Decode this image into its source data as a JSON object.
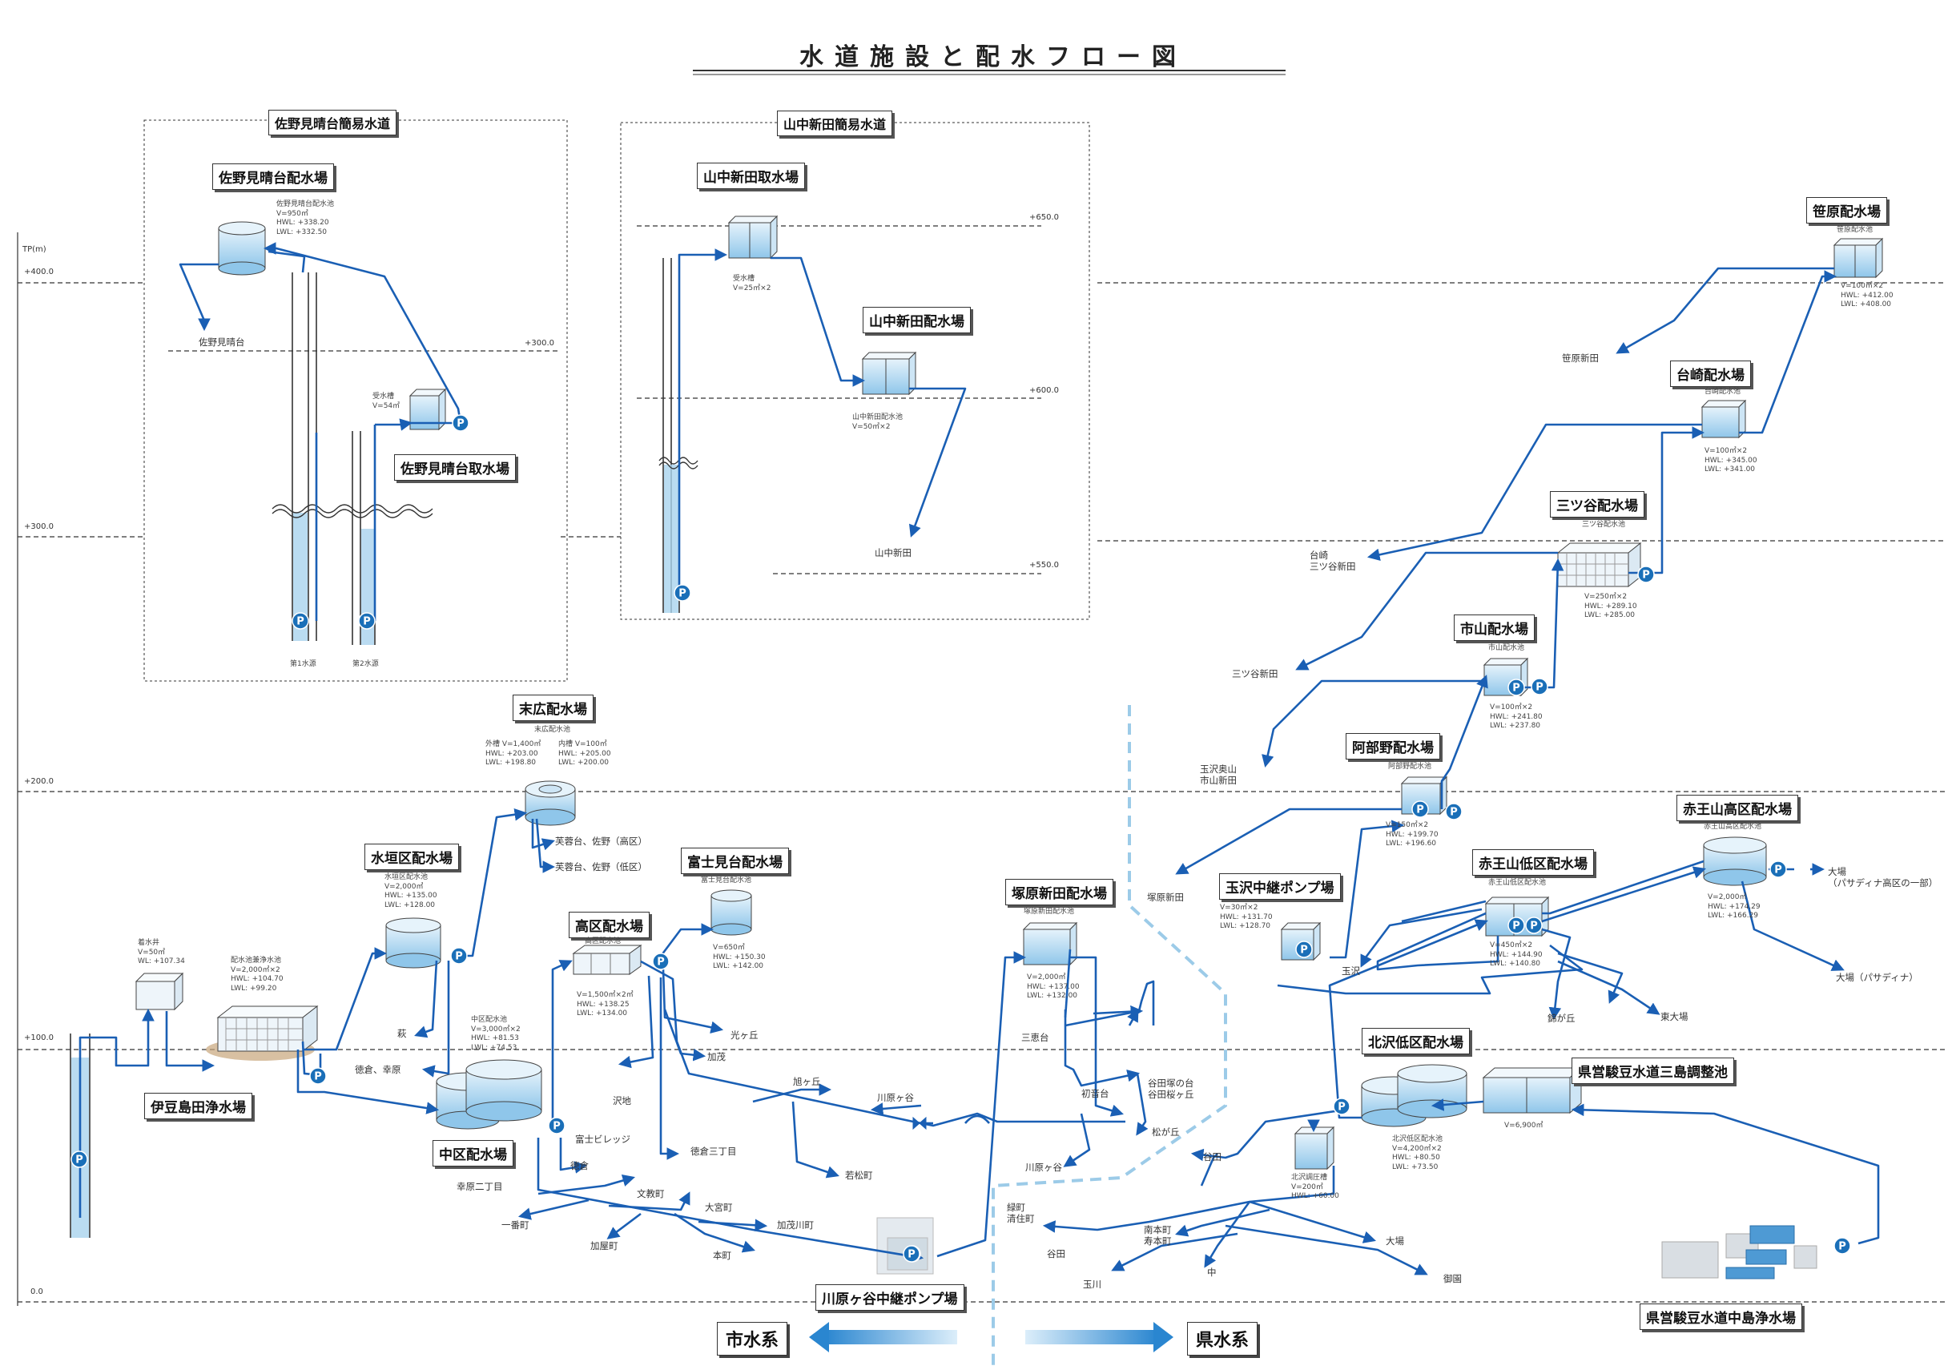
{
  "title": "水道施設と配水フロー図",
  "axis": {
    "unit": "TP(m)",
    "ticks": [
      "+400.0",
      "+300.0",
      "+200.0",
      "+100.0",
      "0.0"
    ]
  },
  "elev_marks": [
    "+300.0",
    "+650.0",
    "+600.0",
    "+550.0"
  ],
  "systems": {
    "sano": "佐野見晴台簡易水道",
    "yamanaka": "山中新田簡易水道"
  },
  "facilities": {
    "sano_dist": {
      "name": "佐野見晴台配水場",
      "spec": [
        "佐野見晴台配水池",
        "V=950㎥",
        "HWL: +338.20",
        "LWL: +332.50"
      ]
    },
    "sano_intake": {
      "name": "佐野見晴台取水場",
      "spec": [
        "受水槽",
        "V=54㎥"
      ]
    },
    "yamanaka_intake": {
      "name": "山中新田取水場",
      "spec": [
        "受水槽",
        "V=25㎥×2"
      ]
    },
    "yamanaka_dist": {
      "name": "山中新田配水場",
      "spec": [
        "山中新田配水池",
        "V=50㎥×2"
      ]
    },
    "suehiro": {
      "name": "末広配水場",
      "spec": [
        "末広配水池",
        "外槽 V=1,400㎥",
        "HWL: +203.00",
        "LWL: +198.80",
        "内槽 V=100㎥",
        "HWL: +205.00",
        "LWL: +200.00"
      ]
    },
    "suiko": {
      "name": "水垣区配水場",
      "spec": [
        "水垣区配水池",
        "V=2,000㎥",
        "HWL: +135.00",
        "LWL: +128.00"
      ]
    },
    "fujimi": {
      "name": "富士見台配水場",
      "spec": [
        "富士見台配水池",
        "V=650㎥",
        "HWL: +150.30",
        "LWL: +142.00"
      ]
    },
    "kouku": {
      "name": "高区配水場",
      "spec": [
        "高区配水池",
        "V=1,500㎥×2㎥",
        "HWL: +138.25",
        "LWL: +134.00"
      ]
    },
    "nakaku": {
      "name": "中区配水場",
      "spec": [
        "中区配水池",
        "V=3,000㎥×2",
        "HWL: +81.53",
        "LWL: +74.53"
      ]
    },
    "izu": {
      "name": "伊豆島田浄水場",
      "spec_well": [
        "着水井",
        "V=50㎥",
        "WL: +107.34"
      ],
      "spec_clear": [
        "配水池兼浄水池",
        "V=2,000㎥×2",
        "HWL: +104.70",
        "LWL: +99.20"
      ]
    },
    "tsukahara": {
      "name": "塚原新田配水場",
      "spec": [
        "塚原新田配水池",
        "V=2,000㎥",
        "HWL: +137.00",
        "LWL: +132.00"
      ]
    },
    "kawaragaya": {
      "name": "川原ヶ谷中継ポンプ場"
    },
    "sasahara": {
      "name": "笹原配水場",
      "spec": [
        "笹原配水池",
        "V=100㎥×2",
        "HWL: +412.00",
        "LWL: +408.00"
      ]
    },
    "daigasaki": {
      "name": "台崎配水場",
      "spec": [
        "台崎配水池",
        "V=100㎥×2",
        "HWL: +345.00",
        "LWL: +341.00"
      ]
    },
    "mitsuya": {
      "name": "三ツ谷配水場",
      "spec": [
        "三ツ谷配水池",
        "V=250㎥×2",
        "HWL: +289.10",
        "LWL: +285.00"
      ]
    },
    "ichiyama": {
      "name": "市山配水場",
      "spec": [
        "市山配水池",
        "V=100㎥×2",
        "HWL: +241.80",
        "LWL: +237.80"
      ]
    },
    "abeno": {
      "name": "阿部野配水場",
      "spec": [
        "阿部野配水池",
        "V=150㎥×2",
        "HWL: +199.70",
        "LWL: +196.60"
      ]
    },
    "tamazawa": {
      "name": "玉沢中継ポンプ場",
      "spec": [
        "V=30㎥×2",
        "HWL: +131.70",
        "LWL: +128.70"
      ]
    },
    "akaou_high": {
      "name": "赤王山高区配水場",
      "spec": [
        "赤王山高区配水池",
        "V=2,000㎥",
        "HWL: +174.29",
        "LWL: +166.29"
      ]
    },
    "akaou_low": {
      "name": "赤王山低区配水場",
      "spec": [
        "赤王山低区配水池",
        "V=450㎥×2",
        "HWL: +144.90",
        "LWL: +140.80"
      ]
    },
    "kitazawa": {
      "name": "北沢低区配水場",
      "spec": [
        "北沢低区配水池",
        "V=4,200㎥×2",
        "HWL: +80.50",
        "LWL: +73.50"
      ],
      "spec_tank": [
        "北沢調圧槽",
        "V=200㎥",
        "HWL: +60.00"
      ]
    },
    "mishima_adj": {
      "name": "県営駿豆水道三島調整池",
      "spec": [
        "V=6,900㎥"
      ]
    },
    "nakajima": {
      "name": "県営駿豆水道中島浄水場"
    }
  },
  "wells": [
    "第1水源",
    "第2水源"
  ],
  "areas": {
    "sano": "佐野見晴台",
    "yamanaka": "山中新田",
    "suehiro_high": "芙蓉台、佐野（高区）",
    "suehiro_low": "芙蓉台、佐野（低区）",
    "hagi": "萩",
    "tokura": "徳倉、幸原",
    "koyo": "光ヶ丘",
    "kamo": "加茂",
    "asahi": "旭ヶ丘",
    "kawaragaya": "川原ヶ谷",
    "sawaji": "沢地",
    "fujimi_village": "富士ビレッジ",
    "tokura3": "徳倉三丁目",
    "wakamatsu": "若松町",
    "tokura2": "徳倉",
    "kohara2": "幸原二丁目",
    "bunkyo": "文教町",
    "ichiban": "一番町",
    "omiya": "大宮町",
    "kamoya": "加屋町",
    "kamogawa": "加茂川町",
    "honcho": "本町",
    "mieidai": "三恵台",
    "hatsune": "初音台",
    "yadazuka": "谷田塚の台\n谷田桜ヶ丘",
    "matsugaoka": "松が丘",
    "kawaragaya2": "川原ヶ谷",
    "sasahara_shinden": "笹原新田",
    "daigasaki": "台崎\n三ツ谷新田",
    "mitsuya_shinden": "三ツ谷新田",
    "tamazawa_okuyama": "玉沢奥山\n市山新田",
    "tsukahara_shinden": "塚原新田",
    "tamazawa": "玉沢",
    "oba_part": "大場\n（パサディナ高区の一部）",
    "oba_pasadena": "大場（パサディナ）",
    "nishikigaoka": "錦が丘",
    "higashi_oba": "東大場",
    "yata": "谷田",
    "midori": "緑町\n清住町",
    "minami_honcho": "南本町\n寿本町",
    "yata2": "谷田",
    "tamagawa": "玉川",
    "naka": "中",
    "oba": "大場",
    "miso": "御園"
  },
  "legend": {
    "city": "市水系",
    "pref": "県水系"
  },
  "colors": {
    "pipe": "#1a5fb4",
    "water": "#a9d3ee",
    "pump": "#1a6fb8",
    "guide": "#333333",
    "boundary": "#9ccbe8"
  }
}
